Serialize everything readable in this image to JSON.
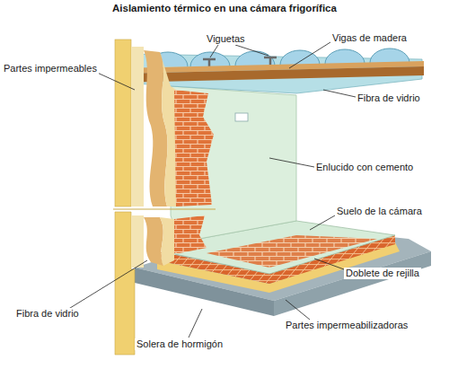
{
  "diagram": {
    "title": "Aislamiento térmico en una cámara frigorífica",
    "labels": [
      "Viguetas",
      "Vigas de madera",
      "Partes impermeables",
      "Fibra de vidrio",
      "Enlucido con cemento",
      "Suelo de la cámara",
      "Doblete de rejilla",
      "Fibra de vidrio",
      "Solera de hormigón",
      "Partes impermeabilizadoras"
    ]
  }
}
